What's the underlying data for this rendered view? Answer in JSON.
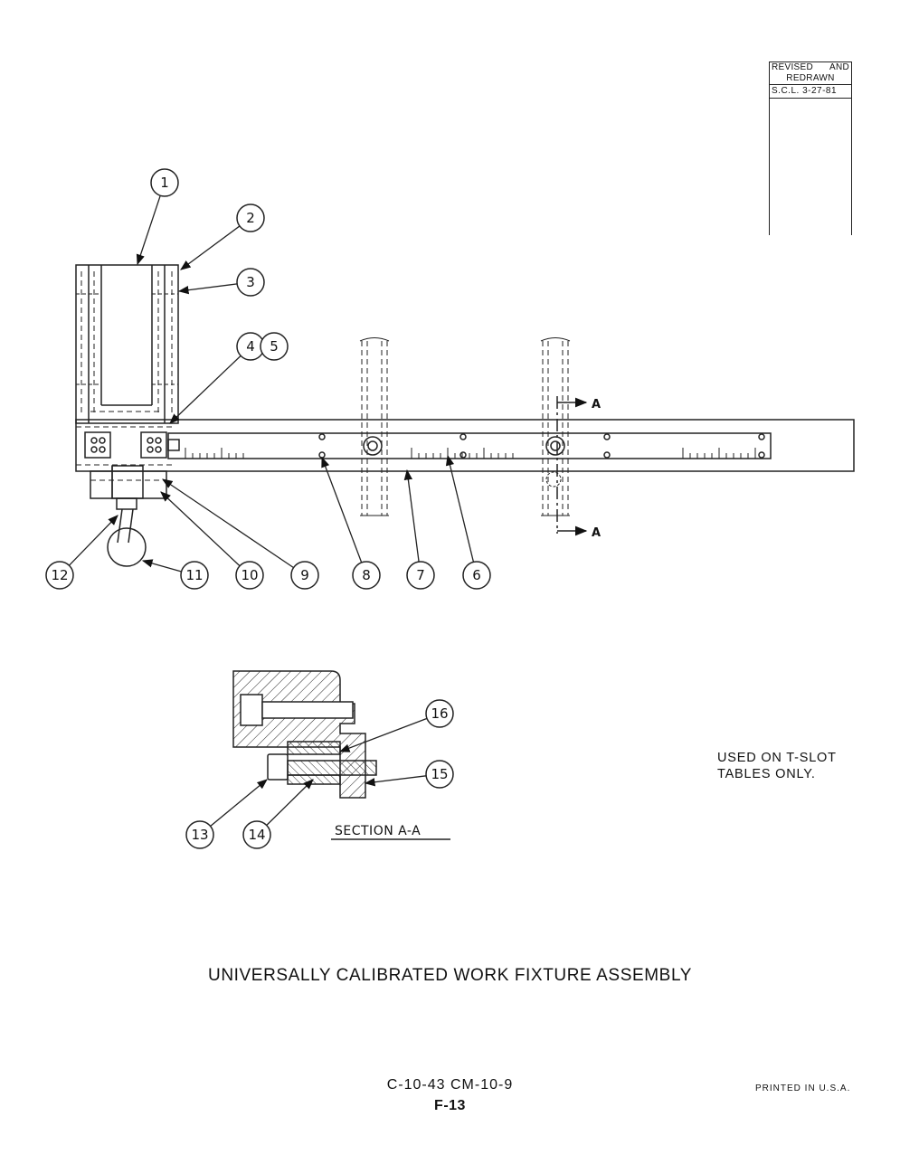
{
  "revision_block": {
    "line1": "REVISED AND",
    "line2": "REDRAWN",
    "signature": "S.C.L. 3-27-81"
  },
  "note": {
    "line1": "USED ON T-SLOT",
    "line2": "TABLES ONLY."
  },
  "section_label": "SECTION A-A",
  "section_marker": "A",
  "title": "UNIVERSALLY CALIBRATED WORK FIXTURE ASSEMBLY",
  "drawing_number": "C-10-43   CM-10-9",
  "page_number": "F-13",
  "printed": "PRINTED IN U.S.A.",
  "callouts": [
    "1",
    "2",
    "3",
    "4",
    "5",
    "6",
    "7",
    "8",
    "9",
    "10",
    "11",
    "12",
    "13",
    "14",
    "15",
    "16"
  ]
}
